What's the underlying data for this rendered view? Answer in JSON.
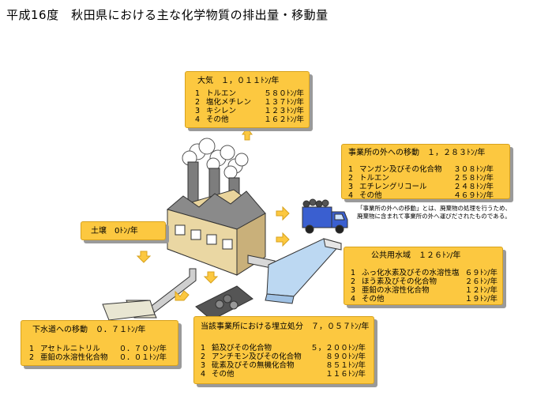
{
  "title": "平成16度　秋田県における主な化学物質の排出量・移動量",
  "air": {
    "heading": "大気　１，０１１ﾄﾝ/年",
    "items": [
      {
        "no": "1",
        "name": "トルエン",
        "value": "５８０ﾄﾝ/年"
      },
      {
        "no": "2",
        "name": "塩化メチレン",
        "value": "１３７ﾄﾝ/年"
      },
      {
        "no": "3",
        "name": "キシレン",
        "value": "１２３ﾄﾝ/年"
      },
      {
        "no": "4",
        "name": "その他",
        "value": "１６２ﾄﾝ/年"
      }
    ]
  },
  "offsite": {
    "heading": "事業所の外への移動　１，２８３ﾄﾝ/年",
    "items": [
      {
        "no": "1",
        "name": "マンガン及びその化合物",
        "value": "３０８ﾄﾝ/年"
      },
      {
        "no": "2",
        "name": "トルエン",
        "value": "２５８ﾄﾝ/年"
      },
      {
        "no": "3",
        "name": "エチレングリコール",
        "value": "２４８ﾄﾝ/年"
      },
      {
        "no": "4",
        "name": "その他",
        "value": "４６９ﾄﾝ/年"
      }
    ]
  },
  "note": {
    "line1": "「事業所の外への移動」とは、廃棄物の処理を行うため、",
    "line2": "廃棄物に含まれて事業所の外へ運びだされたものである。"
  },
  "soil": {
    "heading": "土壌　0ﾄﾝ/年"
  },
  "water": {
    "heading": "公共用水域　１２６ﾄﾝ/年",
    "items": [
      {
        "no": "1",
        "name": "ふっ化水素及びその水溶性塩",
        "value": "６９ﾄﾝ/年"
      },
      {
        "no": "2",
        "name": "ほう素及びその化合物",
        "value": "２６ﾄﾝ/年"
      },
      {
        "no": "3",
        "name": "亜鉛の水溶性化合物",
        "value": "１２ﾄﾝ/年"
      },
      {
        "no": "4",
        "name": "その他",
        "value": "１９ﾄﾝ/年"
      }
    ]
  },
  "sewer": {
    "heading": "下水道への移動　０．７１ﾄﾝ/年",
    "items": [
      {
        "no": "1",
        "name": "アセトルニトリル",
        "value": "０．７０ﾄﾝ/年"
      },
      {
        "no": "2",
        "name": "亜鉛の水溶性化合物",
        "value": "０．０１ﾄﾝ/年"
      }
    ]
  },
  "landfill": {
    "heading": "当該事業所における埋立処分　７，０５７ﾄﾝ/年",
    "items": [
      {
        "no": "1",
        "name": "鉛及びその化合物",
        "value": "５，２００ﾄﾝ/年"
      },
      {
        "no": "2",
        "name": "アンチモン及びその化合物",
        "value": "８９０ﾄﾝ/年"
      },
      {
        "no": "3",
        "name": "砒素及びその無機化合物",
        "value": "８５１ﾄﾝ/年"
      },
      {
        "no": "4",
        "name": "その他",
        "value": "１１６ﾄﾝ/年"
      }
    ]
  },
  "colors": {
    "box": "#fcc840",
    "arrow": "#fcc840",
    "factory_roof": "#8a8a8a",
    "factory_wall": "#e9d49c",
    "truck": "#3a5fd0"
  }
}
